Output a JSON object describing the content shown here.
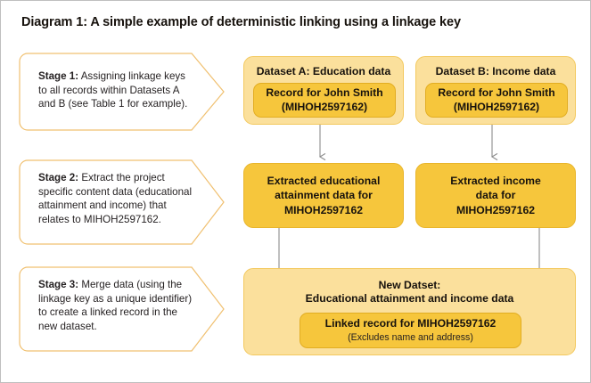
{
  "title": "Diagram 1: A simple example of deterministic linking using a linkage key",
  "stages": [
    {
      "label": "Stage 1:",
      "text": " Assigning linkage keys to all records within Datasets A and B (see Table 1 for example)."
    },
    {
      "label": "Stage 2:",
      "text": " Extract the project specific content data (educational attainment and income) that relates to MIHOH2597162."
    },
    {
      "label": "Stage 3:",
      "text": " Merge data (using the linkage key as a unique identifier) to create a linked record in the new dataset."
    }
  ],
  "datasets": [
    {
      "title": "Dataset A: Education data",
      "record_line1": "Record for John Smith",
      "record_line2": "(MIHOH2597162)"
    },
    {
      "title": "Dataset B: Income data",
      "record_line1": "Record for John Smith",
      "record_line2": "(MIHOH2597162)"
    }
  ],
  "extracted": [
    {
      "line1": "Extracted educational",
      "line2": "attainment data for",
      "line3": "MIHOH2597162"
    },
    {
      "line1": "Extracted income",
      "line2": "data for",
      "line3": "MIHOH2597162"
    }
  ],
  "new_dataset": {
    "title_line1": "New Datset:",
    "title_line2": "Educational attainment and income data",
    "linked_record": "Linked record for MIHOH2597162",
    "linked_note": "(Excludes name and address)"
  },
  "colors": {
    "box_light": "#FBE09C",
    "box_light_border": "#F3C95F",
    "box_solid": "#F6C63C",
    "box_solid_border": "#E8B52C",
    "callout_border": "#F0C070",
    "connector": "#8C8C8C",
    "page_border": "#BFBFBF",
    "text": "#17120D"
  }
}
